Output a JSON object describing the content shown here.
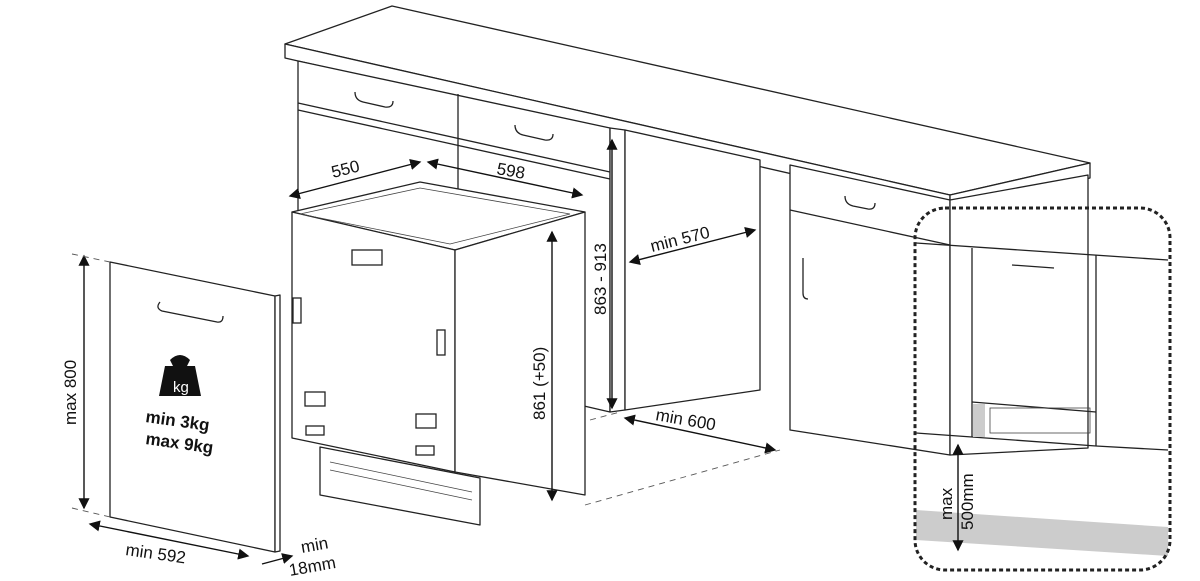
{
  "diagram": {
    "labels": {
      "depth": "550",
      "width": "598",
      "min_depth_cavity": "min 570",
      "cavity_height": "863 - 913",
      "appliance_height": "861 (+50)",
      "min_width_cavity": "min 600",
      "door_max_height": "max 800",
      "door_min_width": "min 592",
      "door_thickness_min": "min",
      "door_thickness_value": "18mm",
      "weight_icon_text": "kg",
      "weight_min": "min 3kg",
      "weight_max": "max 9kg",
      "plinth_max": "max",
      "plinth_value": "500mm"
    },
    "colors": {
      "line": "#222222",
      "plinth_fill": "#cccccc"
    }
  }
}
